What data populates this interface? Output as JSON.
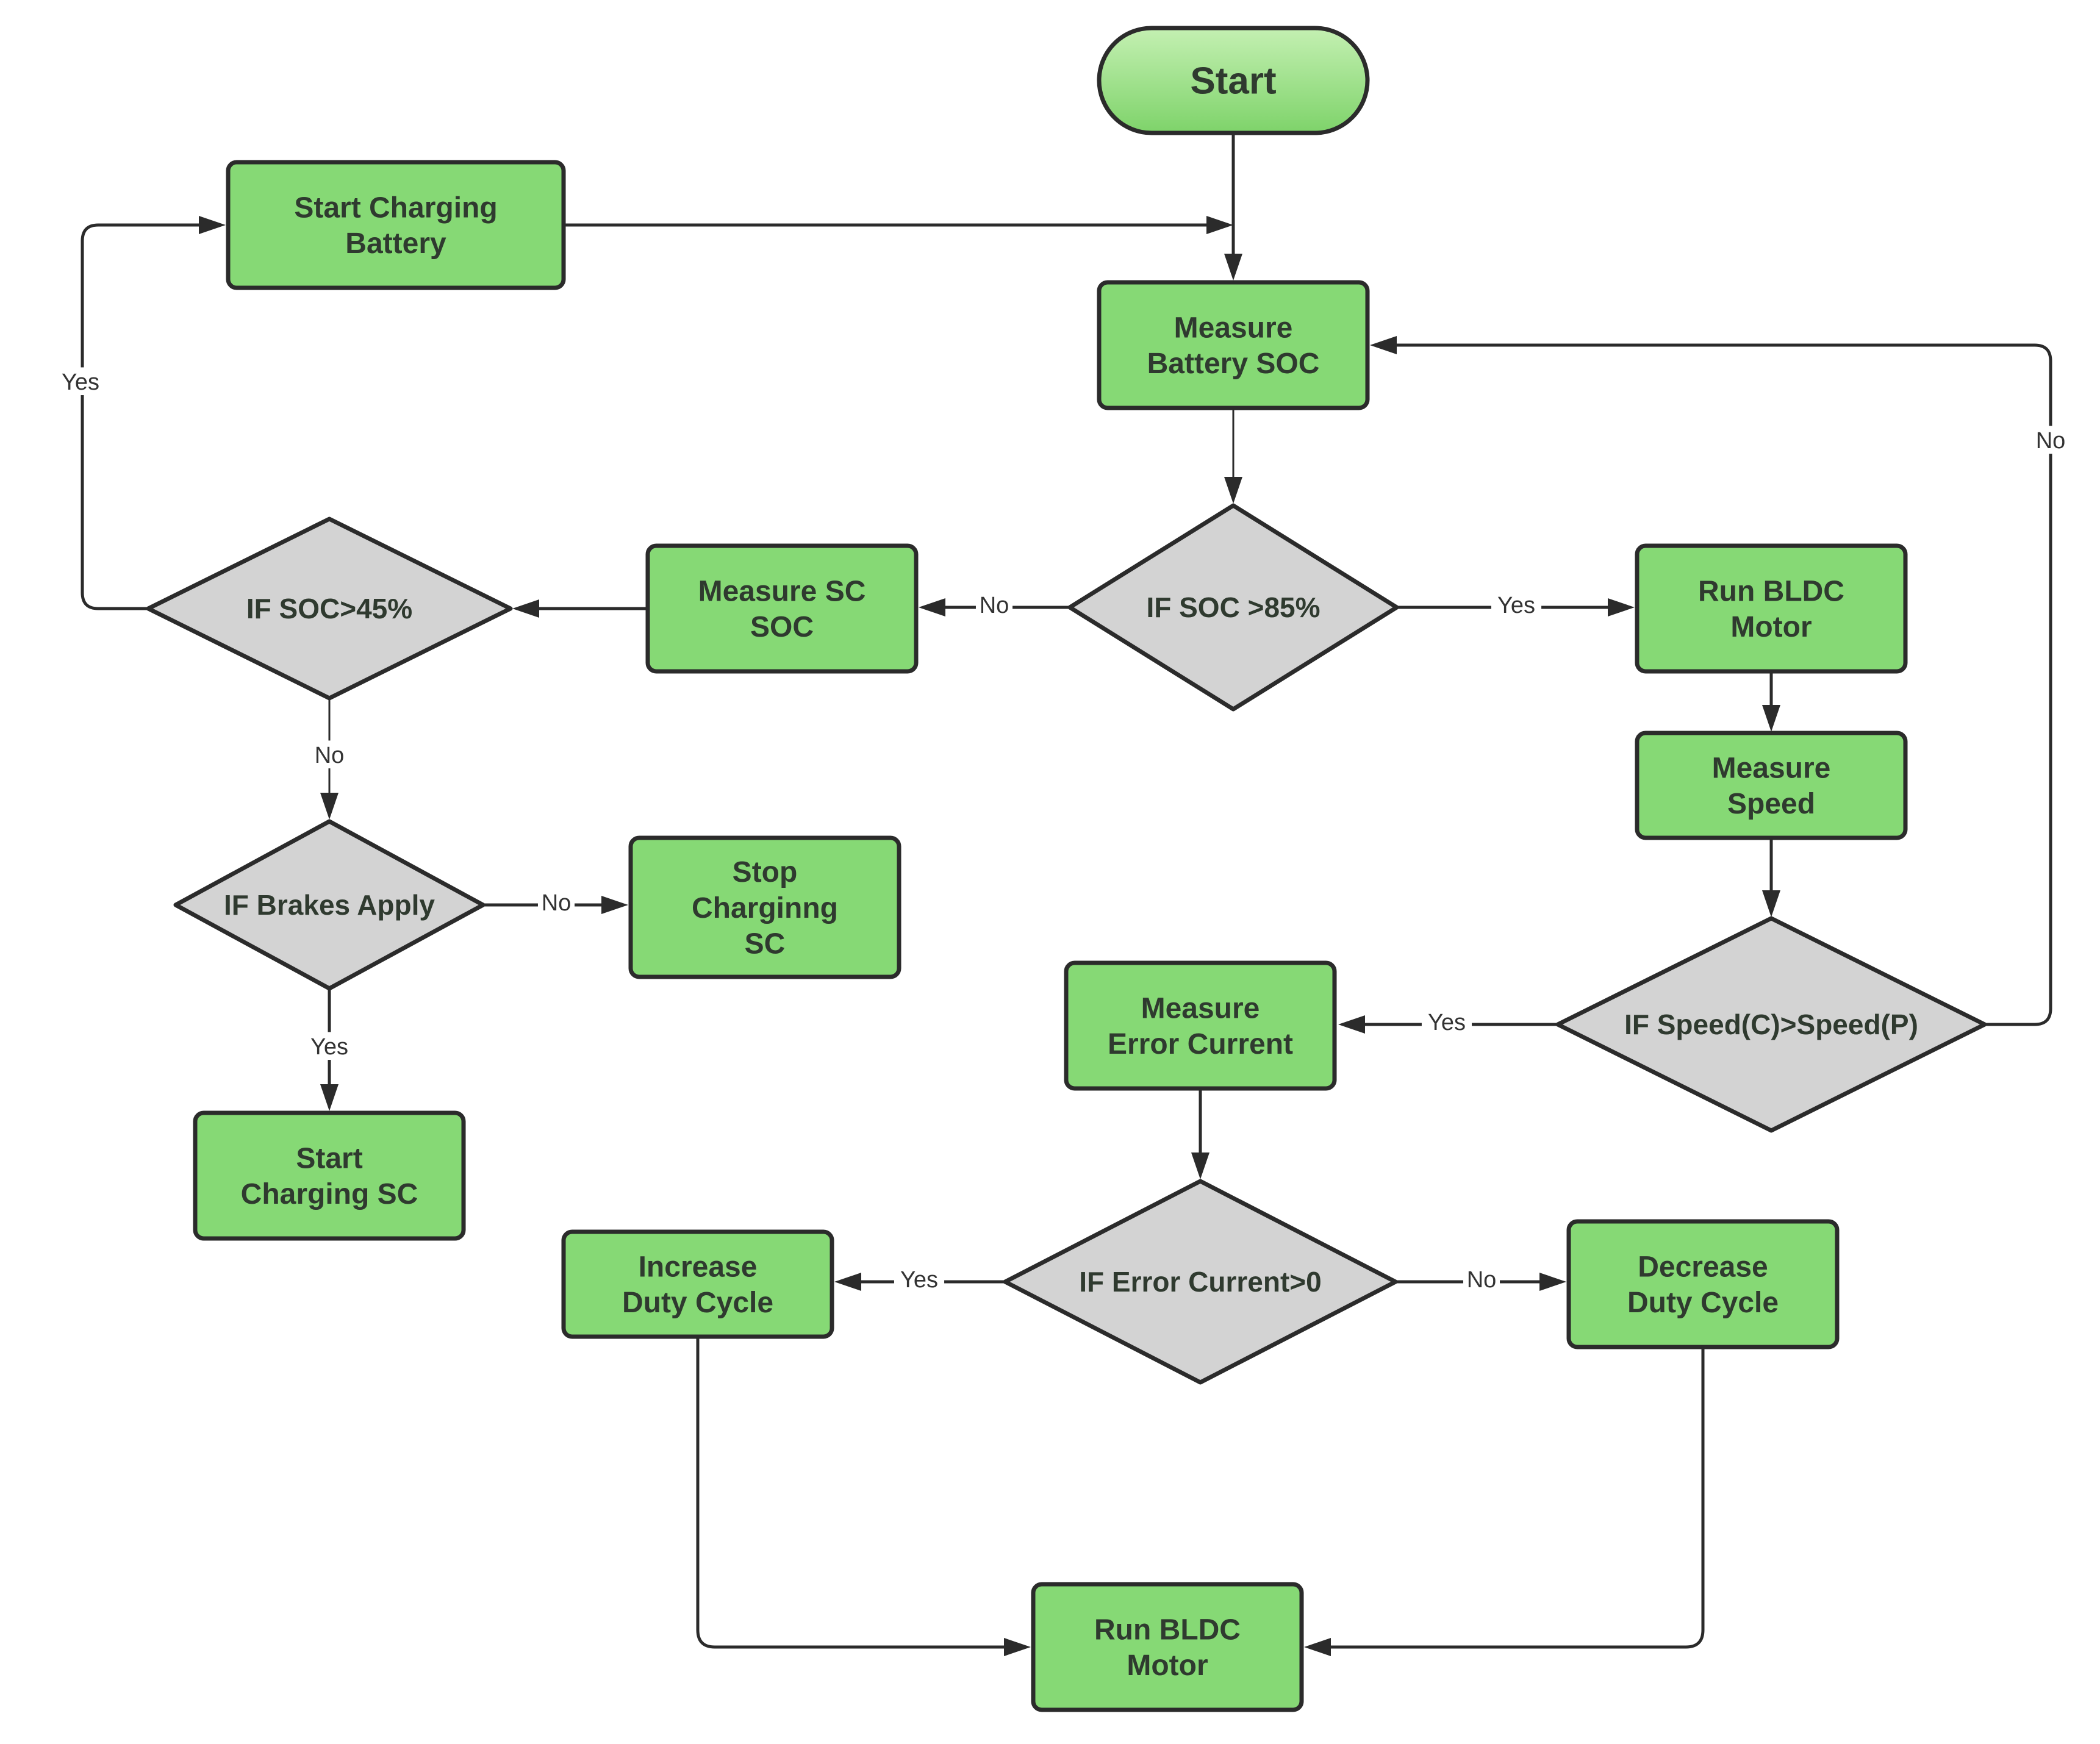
{
  "colors": {
    "process_fill": "#86D975",
    "decision_fill": "#D3D3D3",
    "stroke": "#2B2B2B",
    "start_fill_top": "#C4F0B2",
    "start_fill_bottom": "#7ED36A",
    "label_text": "#333333"
  },
  "nodes": [
    {
      "id": "start",
      "shape": "terminal",
      "lines": [
        "Start"
      ]
    },
    {
      "id": "start-charging-battery",
      "shape": "process",
      "lines": [
        "Start Charging",
        "Battery"
      ]
    },
    {
      "id": "measure-battery-soc",
      "shape": "process",
      "lines": [
        "Measure",
        "Battery SOC"
      ]
    },
    {
      "id": "if-soc-85",
      "shape": "decision",
      "lines": [
        "IF SOC >85%"
      ]
    },
    {
      "id": "measure-sc-soc",
      "shape": "process",
      "lines": [
        "Measure SC",
        "SOC"
      ]
    },
    {
      "id": "if-soc-45",
      "shape": "decision",
      "lines": [
        "IF SOC>45%"
      ]
    },
    {
      "id": "run-bldc-motor-top",
      "shape": "process",
      "lines": [
        "Run BLDC",
        "Motor"
      ]
    },
    {
      "id": "measure-speed",
      "shape": "process",
      "lines": [
        "Measure",
        "Speed"
      ]
    },
    {
      "id": "if-speed",
      "shape": "decision",
      "lines": [
        "IF Speed(C)>Speed(P)"
      ]
    },
    {
      "id": "measure-error-current",
      "shape": "process",
      "lines": [
        "Measure",
        "Error Current"
      ]
    },
    {
      "id": "if-brakes-apply",
      "shape": "decision",
      "lines": [
        "IF Brakes Apply"
      ]
    },
    {
      "id": "stop-charging-sc",
      "shape": "process",
      "lines": [
        "Stop",
        "Charginng",
        "SC"
      ]
    },
    {
      "id": "start-charging-sc",
      "shape": "process",
      "lines": [
        "Start",
        "Charging SC"
      ]
    },
    {
      "id": "if-error-current",
      "shape": "decision",
      "lines": [
        "IF Error Current>0"
      ]
    },
    {
      "id": "increase-duty-cycle",
      "shape": "process",
      "lines": [
        "Increase",
        "Duty Cycle"
      ]
    },
    {
      "id": "decrease-duty-cycle",
      "shape": "process",
      "lines": [
        "Decrease",
        "Duty Cycle"
      ]
    },
    {
      "id": "run-bldc-motor-bottom",
      "shape": "process",
      "lines": [
        "Run BLDC",
        "Motor"
      ]
    }
  ],
  "edges": [
    {
      "id": "start-to-measure-battery-soc",
      "from": "start",
      "to": "measure-battery-soc",
      "label": ""
    },
    {
      "id": "start-charging-battery-to-main-line",
      "from": "start-charging-battery",
      "to": "measure-battery-soc",
      "label": ""
    },
    {
      "id": "measure-battery-soc-to-if-soc-85",
      "from": "measure-battery-soc",
      "to": "if-soc-85",
      "label": ""
    },
    {
      "id": "if-soc-85-yes",
      "from": "if-soc-85",
      "to": "run-bldc-motor-top",
      "label": "Yes"
    },
    {
      "id": "if-soc-85-no",
      "from": "if-soc-85",
      "to": "measure-sc-soc",
      "label": "No"
    },
    {
      "id": "measure-sc-soc-to-if-soc-45",
      "from": "measure-sc-soc",
      "to": "if-soc-45",
      "label": ""
    },
    {
      "id": "if-soc-45-yes",
      "from": "if-soc-45",
      "to": "start-charging-battery",
      "label": "Yes"
    },
    {
      "id": "if-soc-45-no",
      "from": "if-soc-45",
      "to": "if-brakes-apply",
      "label": "No"
    },
    {
      "id": "if-brakes-no",
      "from": "if-brakes-apply",
      "to": "stop-charging-sc",
      "label": "No"
    },
    {
      "id": "if-brakes-yes",
      "from": "if-brakes-apply",
      "to": "start-charging-sc",
      "label": "Yes"
    },
    {
      "id": "run-bldc-to-measure-speed",
      "from": "run-bldc-motor-top",
      "to": "measure-speed",
      "label": ""
    },
    {
      "id": "measure-speed-to-if-speed",
      "from": "measure-speed",
      "to": "if-speed",
      "label": ""
    },
    {
      "id": "if-speed-no",
      "from": "if-speed",
      "to": "measure-battery-soc",
      "label": "No"
    },
    {
      "id": "if-speed-yes",
      "from": "if-speed",
      "to": "measure-error-current",
      "label": "Yes"
    },
    {
      "id": "measure-error-current-to-if-error",
      "from": "measure-error-current",
      "to": "if-error-current",
      "label": ""
    },
    {
      "id": "if-error-yes",
      "from": "if-error-current",
      "to": "increase-duty-cycle",
      "label": "Yes"
    },
    {
      "id": "if-error-no",
      "from": "if-error-current",
      "to": "decrease-duty-cycle",
      "label": "No"
    },
    {
      "id": "increase-to-run-bldc",
      "from": "increase-duty-cycle",
      "to": "run-bldc-motor-bottom",
      "label": ""
    },
    {
      "id": "decrease-to-run-bldc",
      "from": "decrease-duty-cycle",
      "to": "run-bldc-motor-bottom",
      "label": ""
    }
  ]
}
